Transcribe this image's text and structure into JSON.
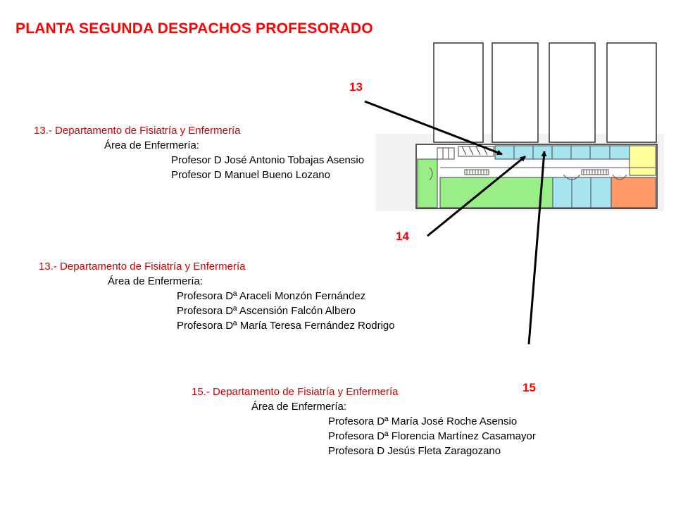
{
  "title": "PLANTA SEGUNDA DESPACHOS PROFESORADO",
  "markers": [
    "13",
    "14",
    "15"
  ],
  "colors": {
    "title": "#ff0000",
    "marker": "#ff0000",
    "room_green": "#99ee88",
    "room_cyan": "#a8e4ef",
    "room_yellow": "#ffff99",
    "room_orange": "#ff9966"
  },
  "groups": [
    {
      "department": "13.- Departamento de Fisiatría y Enfermería",
      "area": "Área de Enfermería:",
      "people": [
        "Profesor D José Antonio Tobajas Asensio",
        "Profesor D Manuel Bueno Lozano"
      ]
    },
    {
      "department": "13.- Departamento de Fisiatría y Enfermería",
      "area": "Área de Enfermería:",
      "people": [
        "Profesora Dª Araceli Monzón Fernández",
        "Profesora Dª Ascensión Falcón Albero",
        "Profesora Dª María Teresa Fernández Rodrigo"
      ]
    },
    {
      "department": "15.- Departamento de Fisiatría y Enfermería",
      "area": "Área de Enfermería:",
      "people": [
        "Profesora Dª María José Roche Asensio",
        "Profesora Dª Florencia Martínez Casamayor",
        "Profesora D Jesús Fleta Zaragozano"
      ]
    }
  ]
}
